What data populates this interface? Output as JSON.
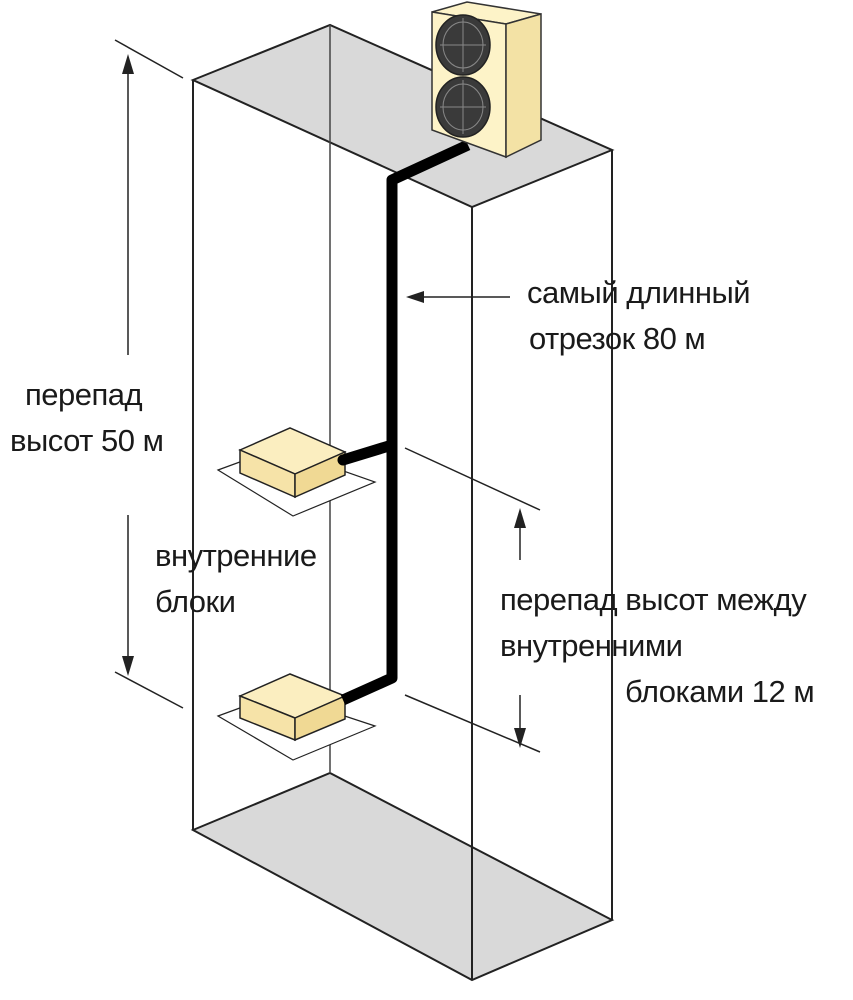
{
  "labels": {
    "longest_segment": [
      "самый длинный",
      "отрезок 80 м"
    ],
    "height_diff_total": [
      "перепад",
      "высот 50 м"
    ],
    "indoor_units": [
      "внутренние",
      "блоки"
    ],
    "height_diff_indoor": [
      "перепад высот между",
      "внутренними",
      "блоками 12 м"
    ]
  },
  "colors": {
    "box_fill": "#d9d9d9",
    "line": "#222222",
    "pipe": "#000000",
    "unit_beige": "#fbeec0",
    "outdoor_unit": "#fdf3c8"
  }
}
